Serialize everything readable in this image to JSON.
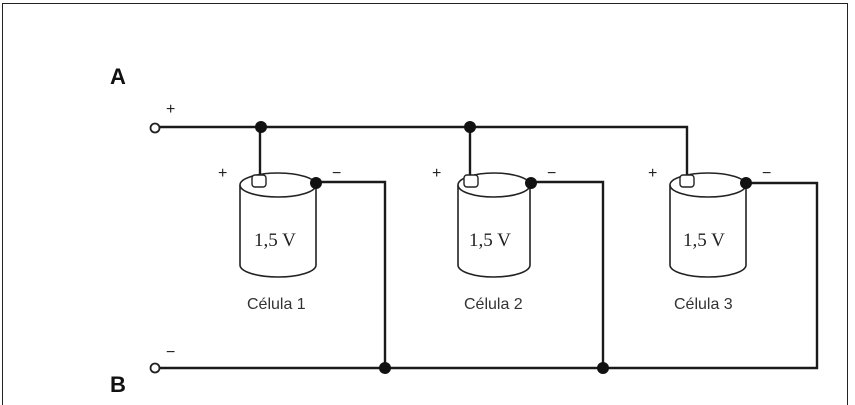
{
  "terminals": {
    "a": {
      "label": "A",
      "sign": "+"
    },
    "b": {
      "label": "B",
      "sign": "−"
    }
  },
  "cells": [
    {
      "name": "Célula 1",
      "voltage": "1,5 V",
      "plus": "+",
      "minus": "−"
    },
    {
      "name": "Célula 2",
      "voltage": "1,5 V",
      "plus": "+",
      "minus": "−"
    },
    {
      "name": "Célula 3",
      "voltage": "1,5 V",
      "plus": "+",
      "minus": "−"
    }
  ],
  "colors": {
    "wire": "#1a1a1a",
    "background": "#ffffff"
  }
}
